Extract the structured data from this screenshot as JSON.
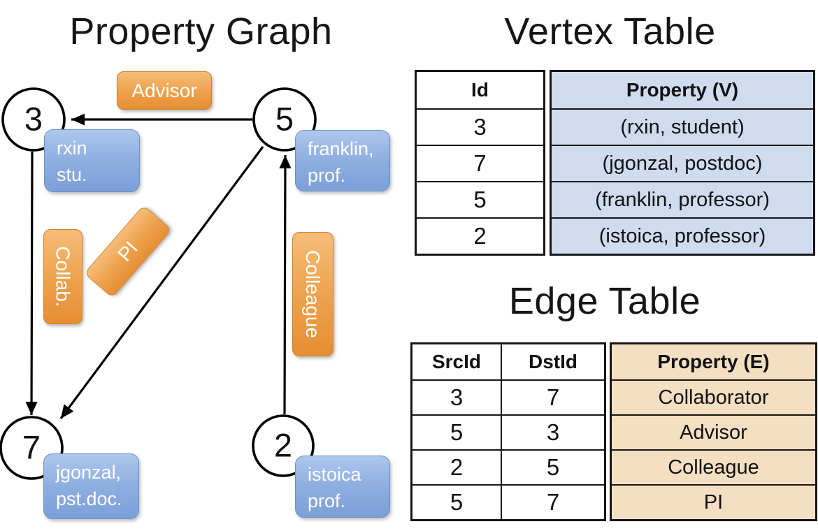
{
  "graph": {
    "title": "Property Graph",
    "nodes": [
      {
        "id": "3",
        "property_lines": [
          "rxin",
          "stu."
        ]
      },
      {
        "id": "5",
        "property_lines": [
          "franklin,",
          "prof."
        ]
      },
      {
        "id": "7",
        "property_lines": [
          "jgonzal,",
          "pst.doc."
        ]
      },
      {
        "id": "2",
        "property_lines": [
          "istoica",
          "prof."
        ]
      }
    ],
    "edges": [
      {
        "src": "5",
        "dst": "3",
        "label": "Advisor"
      },
      {
        "src": "3",
        "dst": "7",
        "label": "Collab."
      },
      {
        "src": "5",
        "dst": "7",
        "label": "PI"
      },
      {
        "src": "2",
        "dst": "5",
        "label": "Colleague"
      }
    ],
    "colors": {
      "edge_label_orange": "#eda24d",
      "node_property_blue": "#8fafe0",
      "edge_stroke": "#000000"
    }
  },
  "vertex_table": {
    "title": "Vertex Table",
    "columns": [
      "Id",
      "Property (V)"
    ],
    "rows": [
      {
        "id": "3",
        "property": "(rxin, student)"
      },
      {
        "id": "7",
        "property": "(jgonzal, postdoc)"
      },
      {
        "id": "5",
        "property": "(franklin, professor)"
      },
      {
        "id": "2",
        "property": "(istoica, professor)"
      }
    ],
    "property_col_color": "#cfdcf0"
  },
  "edge_table": {
    "title": "Edge Table",
    "columns": [
      "SrcId",
      "DstId",
      "Property (E)"
    ],
    "rows": [
      {
        "src": "3",
        "dst": "7",
        "property": "Collaborator"
      },
      {
        "src": "5",
        "dst": "3",
        "property": "Advisor"
      },
      {
        "src": "2",
        "dst": "5",
        "property": "Colleague"
      },
      {
        "src": "5",
        "dst": "7",
        "property": "PI"
      }
    ],
    "property_col_color": "#f5dfc3"
  }
}
